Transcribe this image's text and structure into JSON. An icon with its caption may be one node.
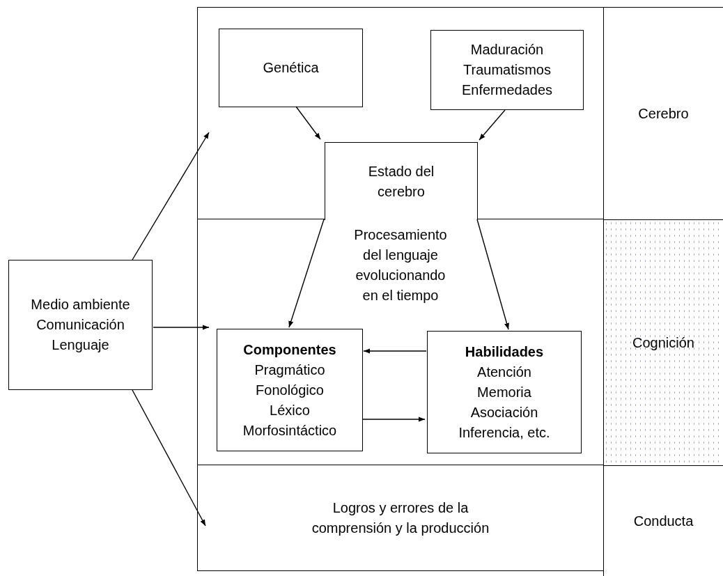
{
  "diagram": {
    "nodes": [
      {
        "text": [],
        "shape": "box"
      },
      {
        "text": [
          "Genética"
        ],
        "in": 0
      },
      {
        "text": [
          "Maduración Traumatismos Enfermedades"
        ],
        "in": 0
      },
      {
        "text": [
          "Estado del cerebro"
        ],
        "in": 0
      },
      {
        "text": [
          "Procesamiento del lenguaje evolucionando en el tiempo"
        ]
      },
      {
        "text": [
          "Componentes",
          "Pragmático Fonológico Léxico Morfosintáctico"
        ],
        "in": 4
      },
      {
        "text": [
          "Habilidades",
          "Atención Memoria Asociación Inferencia, etc."
        ],
        "in": 4
      },
      {
        "text": [
          "Logros y errores de la comprensión y la producción"
        ]
      },
      {
        "text": [
          "Cerebro"
        ]
      },
      {
        "text": [
          "Cognición"
        ]
      },
      {
        "text": [
          "Conducta"
        ]
      },
      {
        "text": [
          "Medio ambiente Comunicación Lenguaje"
        ]
      }
    ],
    "edges": [
      {
        "from": 1,
        "to": 3,
        "arrow": "to"
      },
      {
        "from": 2,
        "to": 3,
        "arrow": "to"
      },
      {
        "from": 3,
        "to": 5,
        "arrow": "to"
      },
      {
        "from": 3,
        "to": 6,
        "arrow": "to"
      },
      {
        "from": 6,
        "to": 5,
        "arrow": "to"
      },
      {
        "from": 5,
        "to": 6,
        "arrow": "to"
      },
      {
        "from": 11,
        "to": 0,
        "arrow": "to"
      },
      {
        "from": 11,
        "to": 4,
        "arrow": "to"
      },
      {
        "from": 11,
        "to": 7,
        "arrow": "to"
      }
    ]
  }
}
